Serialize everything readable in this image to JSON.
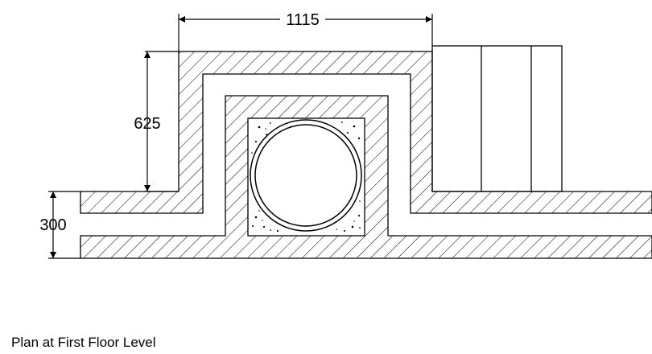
{
  "dimensions": {
    "width_label": "1115",
    "height_label": "625",
    "wall_label": "300"
  },
  "caption": "Plan at First Floor Level",
  "colors": {
    "line": "#000000",
    "background": "#ffffff"
  }
}
